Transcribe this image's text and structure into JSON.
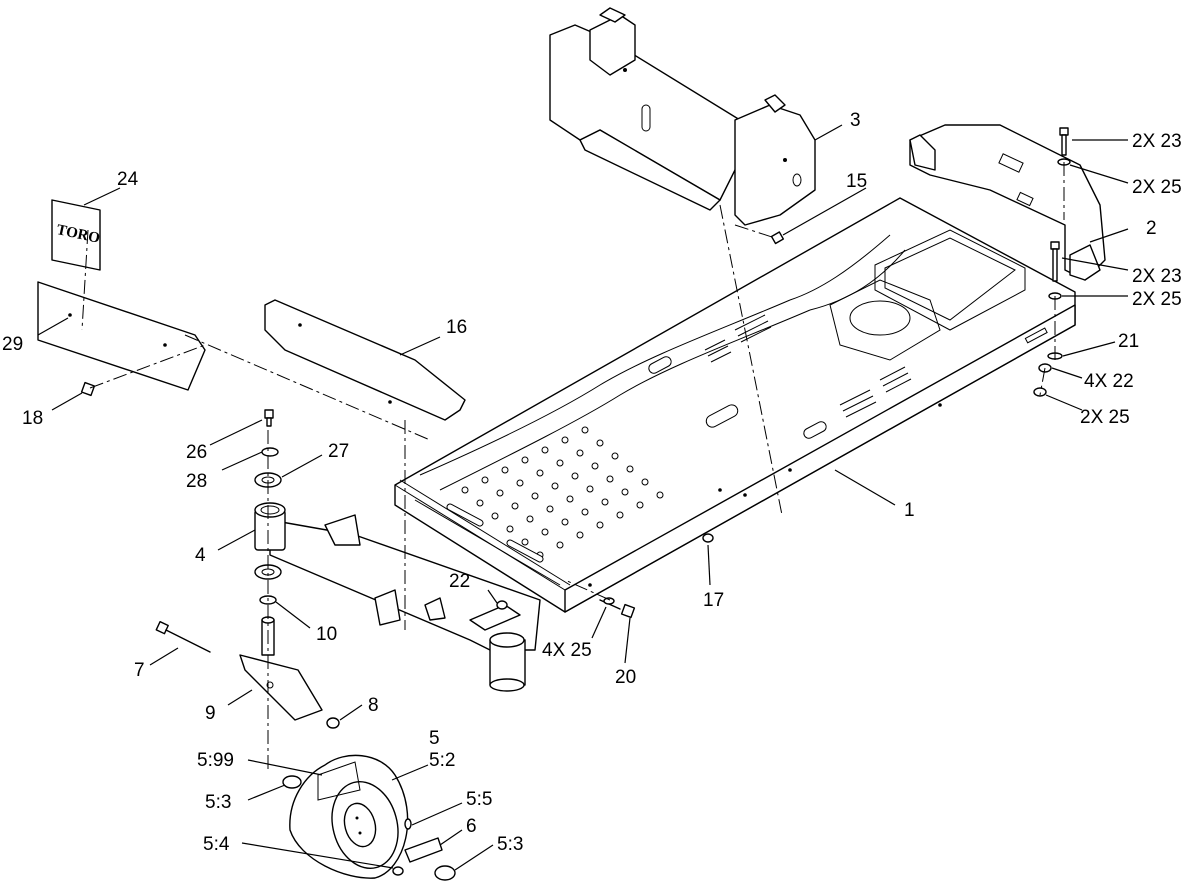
{
  "diagram": {
    "line_color": "#000000",
    "background": "#ffffff",
    "decal_logo": "TORO",
    "callouts": {
      "c1": "1",
      "c2": "2",
      "c3": "3",
      "c4": "4",
      "c5": "5",
      "c5_2": "5:2",
      "c5_99": "5:99",
      "c5_3a": "5:3",
      "c5_5": "5:5",
      "c6": "6",
      "c5_4": "5:4",
      "c5_3b": "5:3",
      "c7": "7",
      "c8": "8",
      "c9": "9",
      "c10": "10",
      "c15": "15",
      "c16": "16",
      "c17": "17",
      "c18": "18",
      "c20": "20",
      "c21": "21",
      "c22a": "22",
      "c4x22": "4X 22",
      "c24": "24",
      "c26": "26",
      "c27": "27",
      "c28": "28",
      "c29": "29",
      "c4x25": "4X 25",
      "c2x23a": "2X 23",
      "c2x25a": "2X 25",
      "c2x23b": "2X 23",
      "c2x25b": "2X 25",
      "c2x25c": "2X 25"
    }
  }
}
